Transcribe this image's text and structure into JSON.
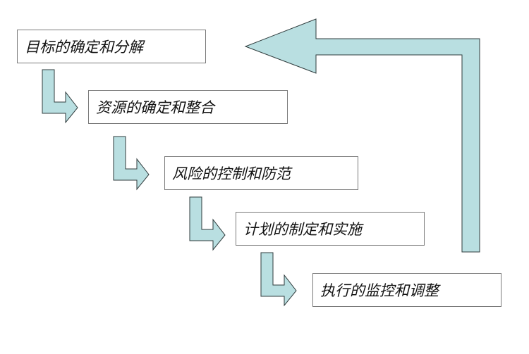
{
  "diagram": {
    "steps": [
      {
        "label": "目标的确定和分解"
      },
      {
        "label": "资源的确定和整合"
      },
      {
        "label": "风险的控制和防范"
      },
      {
        "label": "计划的制定和实施"
      },
      {
        "label": "执行的监控和调整"
      }
    ],
    "colors": {
      "arrow_fill": "#b9dfe1",
      "arrow_stroke": "#2f3b3c",
      "box_border": "#7a7a7a"
    }
  }
}
